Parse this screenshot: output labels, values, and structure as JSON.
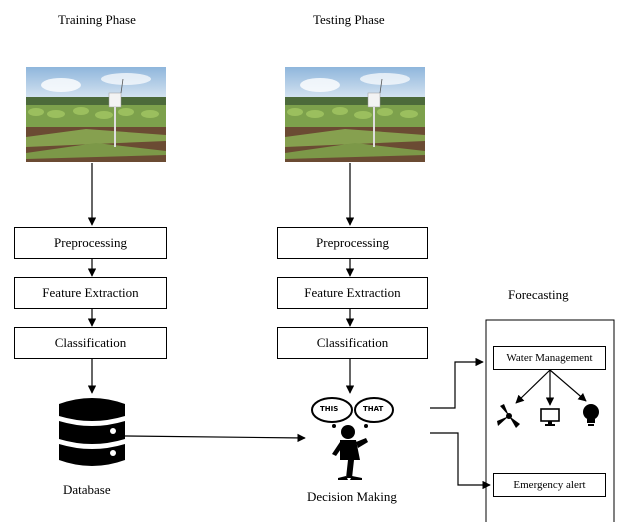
{
  "training": {
    "title": "Training Phase",
    "steps": [
      "Preprocessing",
      "Feature Extraction",
      "Classification"
    ],
    "output_label": "Database"
  },
  "testing": {
    "title": "Testing Phase",
    "steps": [
      "Preprocessing",
      "Feature Extraction",
      "Classification"
    ],
    "output_label": "Decision Making",
    "bubble_left": "THIS",
    "bubble_right": "THAT"
  },
  "forecasting": {
    "title": "Forecasting",
    "water_management": "Water Management",
    "emergency_alert": "Emergency alert",
    "icons": [
      "fan-icon",
      "monitor-icon",
      "lightbulb-icon"
    ]
  }
}
